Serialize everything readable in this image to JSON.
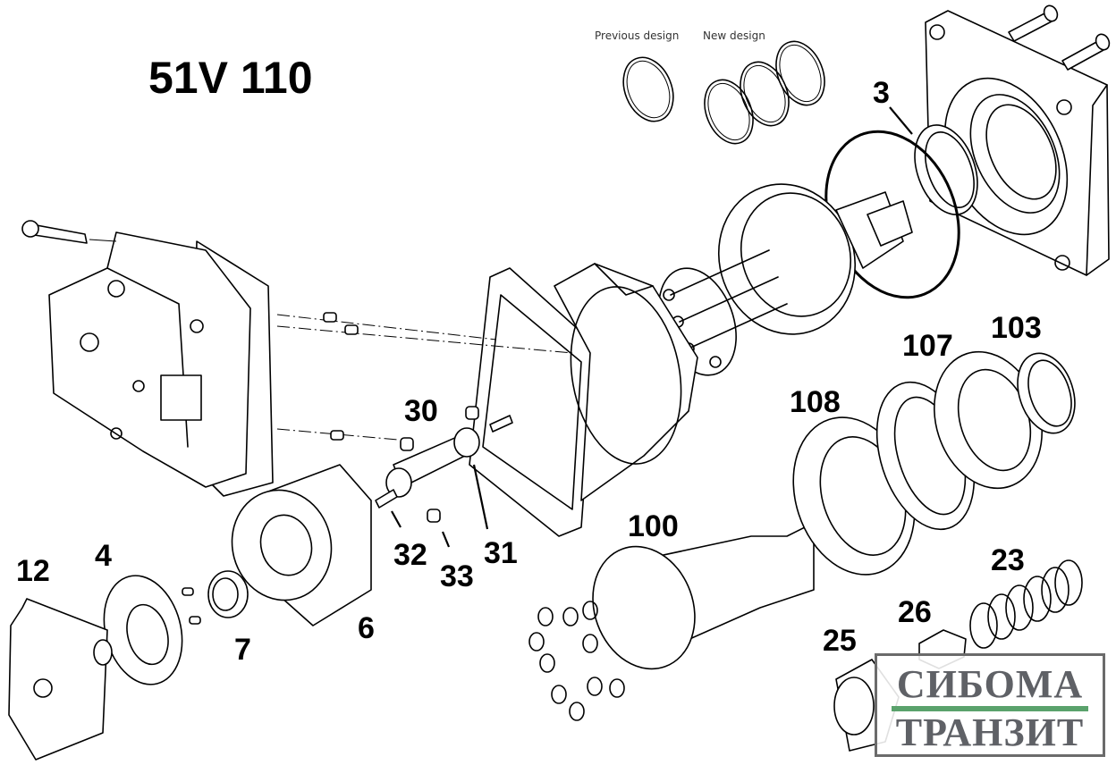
{
  "diagram": {
    "title": "51V 110",
    "captions": {
      "previous_design": "Previous design",
      "new_design": "New design"
    },
    "part_labels": {
      "p3": "3",
      "p4": "4",
      "p6": "6",
      "p7": "7",
      "p12": "12",
      "p23": "23",
      "p25": "25",
      "p26": "26",
      "p30": "30",
      "p31": "31",
      "p32": "32",
      "p33": "33",
      "p100": "100",
      "p103": "103",
      "p107": "107",
      "p108": "108"
    },
    "components": [
      "end-cap-valve-block",
      "cap-screw",
      "housing",
      "mounting-flange",
      "shaft-seal",
      "o-ring",
      "piston-ring-previous",
      "piston-rings-new",
      "cylinder-block-kit",
      "bearing-108",
      "bearing-107",
      "retaining-ring-103",
      "spring-23",
      "nut-26",
      "sleeve-25",
      "shaft-piston-assembly-100",
      "servo-lever-31",
      "pin-32",
      "pin-33",
      "plug-30",
      "cylinder-block-6",
      "bearing-7",
      "valve-plate-4",
      "minimum-angle-stop-12"
    ]
  },
  "watermark": {
    "line1": "СИБОМА",
    "line2": "ТРАНЗИТ",
    "bar_color": "#5aa26c",
    "text_color": "#5f6166",
    "border_color": "#6b6b6b"
  }
}
